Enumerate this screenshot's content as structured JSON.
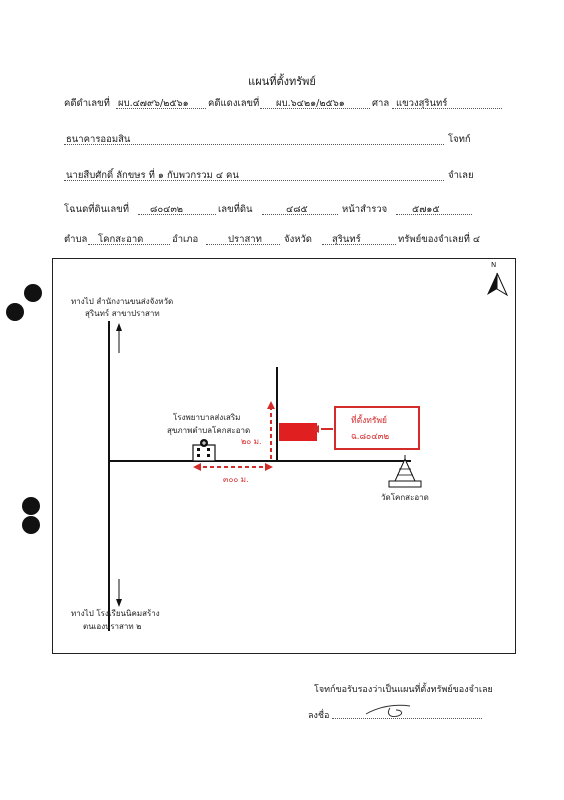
{
  "document": {
    "title": "แผนที่ตั้งทรัพย์",
    "fields": {
      "black_case_label": "คดีดำเลขที่",
      "black_case_value": "ผบ.๔๗๙๖/๒๕๖๑",
      "red_case_label": "คดีแดงเลขที่",
      "red_case_value": "ผบ.๖๔๒๑/๒๕๖๑",
      "court_label": "ศาล",
      "court_value": "แขวงสุรินทร์",
      "plaintiff_value": "ธนาคารออมสิน",
      "plaintiff_label": "โจทก์",
      "defendant_value": "นายสืบศักดิ์ ลักขษร ที่ ๑ กับพวกรวม ๔ คน",
      "defendant_label": "จำเลย",
      "deed_label": "โฉนดที่ดินเลขที่",
      "deed_value": "๘๐๔๓๒",
      "land_no_label": "เลขที่ดิน",
      "land_no_value": "๔๘๕",
      "survey_label": "หน้าสำรวจ",
      "survey_value": "๕๗๑๕",
      "subdistrict_label": "ตำบล",
      "subdistrict_value": "โคกสะอาด",
      "district_label": "อำเภอ",
      "district_value": "ปราสาท",
      "province_label": "จังหวัด",
      "province_value": "สุรินทร์",
      "property_owner_label": "ทรัพย์ของจำเลยที่ ๔"
    },
    "map": {
      "north": "N",
      "to_top_line1": "ทางไป สำนักงานขนส่งจังหวัด",
      "to_top_line2": "สุรินทร์ สาขาปราสาท",
      "to_bottom_line1": "ทางไป โรงเรียนนิคมสร้าง",
      "to_bottom_line2": "ตนเองปราสาท ๒",
      "hospital_line1": "โรงพยาบาลส่งเสริม",
      "hospital_line2": "สุขภาพตำบลโคกสะอาด",
      "distance_vertical": "๒๐ ม.",
      "distance_horizontal": "๓๐๐ ม.",
      "property_box_line1": "ที่ตั้งทรัพย์",
      "property_box_line2": "ฉ.๘๐๔๓๒",
      "temple": "วัดโคกสะอาด"
    },
    "certify_text": "โจทก์ขอรับรองว่าเป็นแผนที่ตั้งทรัพย์ของจำเลย",
    "signature_label": "ลงชื่อ",
    "colors": {
      "accent_red": "#d42b2b",
      "ink": "#1a1a1a"
    }
  }
}
